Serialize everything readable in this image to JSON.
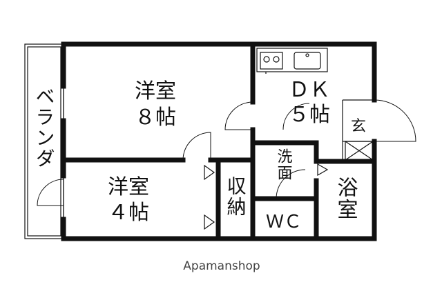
{
  "rooms": {
    "western_room_large": {
      "name": "洋室",
      "size": "８帖"
    },
    "dining_kitchen": {
      "name": "ＤＫ",
      "size": "５帖"
    },
    "entrance": {
      "name": "玄"
    },
    "veranda": {
      "name": "ベランダ"
    },
    "western_room_small": {
      "name": "洋室",
      "size": "４帖"
    },
    "storage": {
      "name": "収納"
    },
    "washroom": {
      "name": "洗面"
    },
    "toilet": {
      "name": "ＷＣ"
    },
    "bathroom": {
      "name": "浴室"
    }
  },
  "watermark": "Apamanshop"
}
